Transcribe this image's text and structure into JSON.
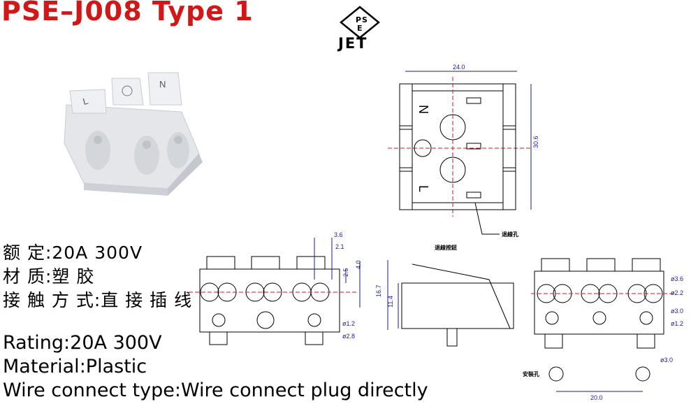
{
  "title": "PSE–J008  Type 1",
  "certification": {
    "mark_letters": [
      "P",
      "S",
      "E"
    ],
    "label": "JET"
  },
  "specs_cn": [
    {
      "label": "额 定:",
      "value": "20A 300V"
    },
    {
      "label": "材 质:",
      "value": "塑 胶"
    },
    {
      "label": "接 触 方 式:",
      "value": "直 接 插 线"
    }
  ],
  "specs_en": [
    {
      "label": "Rating:",
      "value": "20A 300V"
    },
    {
      "label": "Material:",
      "value": "Plastic"
    },
    {
      "label": "Wire connect type:",
      "value": "Wire connect plug directly"
    }
  ],
  "top_view": {
    "width": "24.0",
    "height": "30.6",
    "pole_n": "N",
    "pole_l": "L",
    "release_hole": "退線孔"
  },
  "front_view": {
    "dim_a": "3.6",
    "dim_b": "2.1",
    "dim_c": "2.5",
    "dim_d": "4.0",
    "dim_e": "ø1.2",
    "dim_f": "ø2.8"
  },
  "side_view": {
    "height_total": "16.7",
    "height_body": "11.4",
    "release_button": "退線按鈕"
  },
  "right_view": {
    "d1": "ø3.6",
    "d2": "ø2.2",
    "d3": "ø3.0",
    "d4": "ø1.2",
    "mount_hole": "安裝孔",
    "mount_d": "ø3.0",
    "spacing": "20.0"
  },
  "product_photo": {
    "label_l": "L",
    "label_n": "N"
  }
}
